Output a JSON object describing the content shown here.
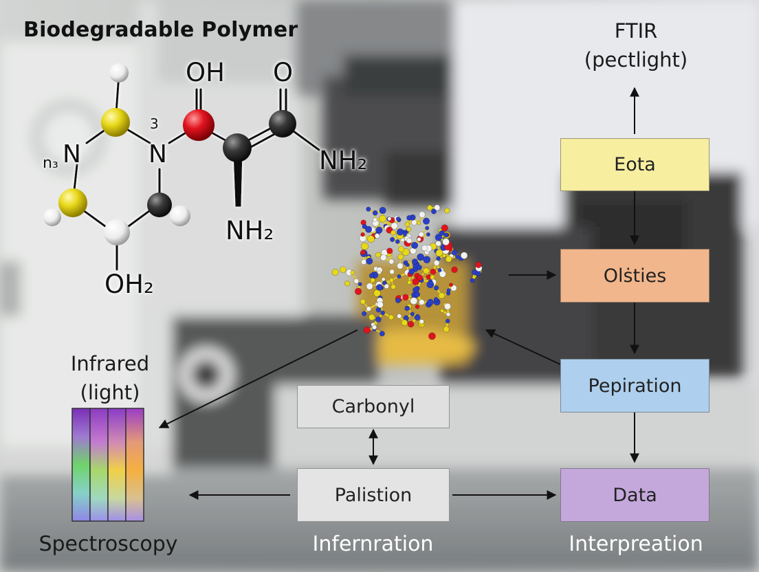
{
  "title": "Biodegradable Polymer",
  "molecule": {
    "labels": {
      "oh_top": "OH",
      "o_top": "O",
      "three": "3",
      "n3": "n₃",
      "n_left": "N",
      "n_mid": "N",
      "nh2_right": "NH₂",
      "nh2_bottom": "NH₂",
      "oh2_bottom": "OH₂"
    },
    "atom_colors": {
      "sulfur": "#e8d81a",
      "oxygen": "#e0141e",
      "carbon": "#3a3a3a",
      "hydrogen": "#f2f2f2",
      "nitrogen": "#2a3fc4"
    }
  },
  "boxes": {
    "ftir_label": "FTIR",
    "ftir_sub": "(pectlight)",
    "eota": "Eota",
    "olsties": "Olṡties",
    "pepiration": "Pepiration",
    "data": "Data",
    "carbonyl": "Carbonyl",
    "palistion": "Palistion"
  },
  "box_colors": {
    "eota": "#f7eea0",
    "olsties": "#f2b68c",
    "pepiration": "#aed0ee",
    "data": "#c4a8db",
    "carbonyl": "#e0e0e0",
    "palistion": "#e4e4e4"
  },
  "spectrum": {
    "label_line1": "Infrared",
    "label_line2": "(light)",
    "caption": "Spectroscopy"
  },
  "captions": {
    "infernration": "Infernration",
    "interpreation": "Interpreation"
  }
}
